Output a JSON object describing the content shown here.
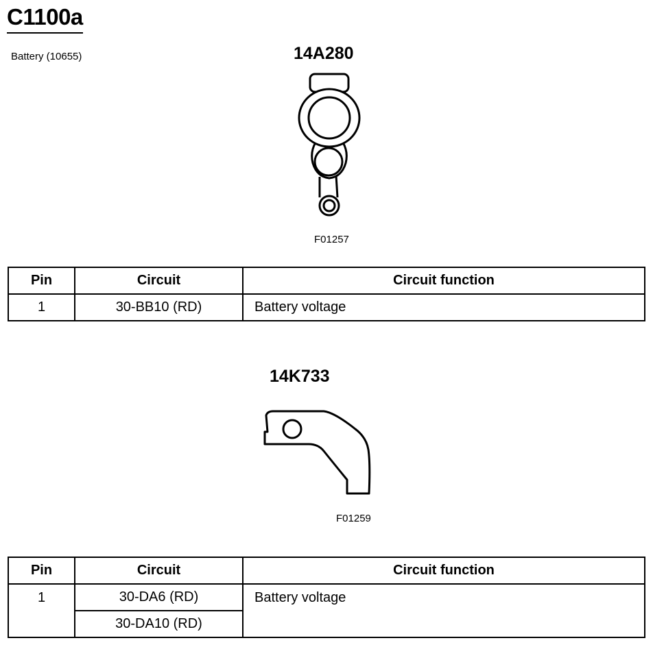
{
  "page": {
    "title": "C1100a",
    "subtitle": "Battery (10655)"
  },
  "connectors": [
    {
      "part_number": "14A280",
      "figure_code": "F01257",
      "table": {
        "headers": [
          "Pin",
          "Circuit",
          "Circuit function"
        ],
        "rows": [
          {
            "pin": "1",
            "circuits": [
              "30-BB10 (RD)"
            ],
            "function": "Battery voltage"
          }
        ]
      }
    },
    {
      "part_number": "14K733",
      "figure_code": "F01259",
      "table": {
        "headers": [
          "Pin",
          "Circuit",
          "Circuit function"
        ],
        "rows": [
          {
            "pin": "1",
            "circuits": [
              "30-DA6 (RD)",
              "30-DA10 (RD)"
            ],
            "function": "Battery voltage"
          }
        ]
      }
    }
  ]
}
